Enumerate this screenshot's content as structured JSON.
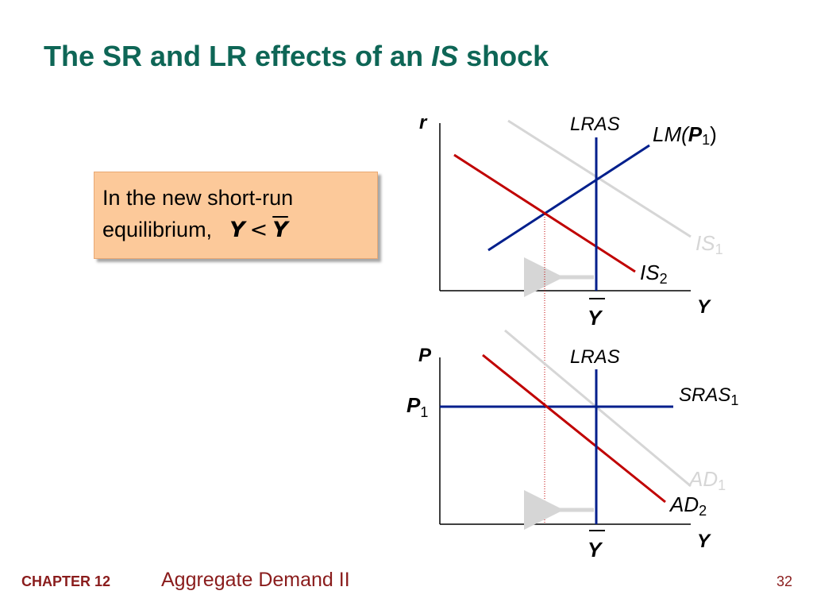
{
  "slide": {
    "title_pre": "The SR and LR effects of an ",
    "title_em": "IS",
    "title_post": " shock",
    "callout_line1": "In the new short-run",
    "callout_line2": "equilibrium,",
    "callout_lhs": "Y",
    "callout_op": "<",
    "callout_rhs": "Y"
  },
  "top_graph": {
    "y_axis": "r",
    "x_axis": "Y",
    "lras_label": "LRAS",
    "lm_label": "LM(",
    "lm_p": "P",
    "lm_sub": "1",
    "lm_close": ")",
    "is1_label": "IS",
    "is1_sub": "1",
    "is2_label": "IS",
    "is2_sub": "2",
    "ybar_label": "Y"
  },
  "bottom_graph": {
    "y_axis": "P",
    "x_axis": "Y",
    "lras_label": "LRAS",
    "p1_label": "P",
    "p1_sub": "1",
    "sras_label": "SRAS",
    "sras_sub": "1",
    "ad1_label": "AD",
    "ad1_sub": "1",
    "ad2_label": "AD",
    "ad2_sub": "2",
    "ybar_label": "Y"
  },
  "footer": {
    "chapter": "CHAPTER 12",
    "title": "Aggregate Demand II",
    "page": "32"
  },
  "colors": {
    "title": "#0e6656",
    "callout_bg": "#fcc99a",
    "navy_curve": "#001f8c",
    "red_curve": "#c00000",
    "grey_curve": "#d6d6d6",
    "footer": "#8a1c1c"
  }
}
